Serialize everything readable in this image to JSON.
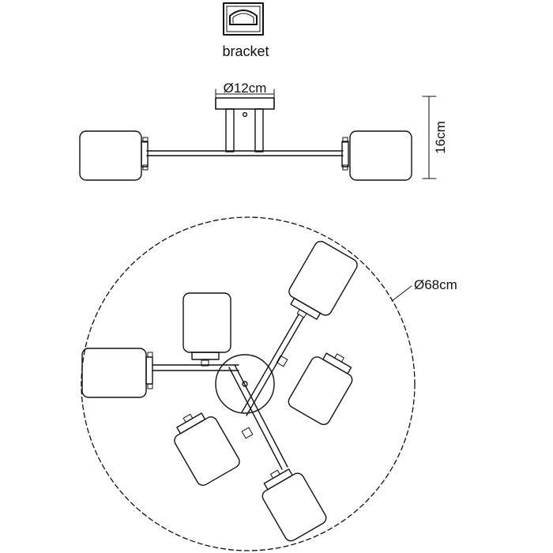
{
  "labels": {
    "bracket": "bracket",
    "base_diameter": "Ø12cm",
    "height": "16cm",
    "overall_diameter": "Ø68cm"
  },
  "colors": {
    "stroke": "#111111",
    "background": "#ffffff"
  },
  "icons": {
    "bracket": "bracket-icon"
  }
}
